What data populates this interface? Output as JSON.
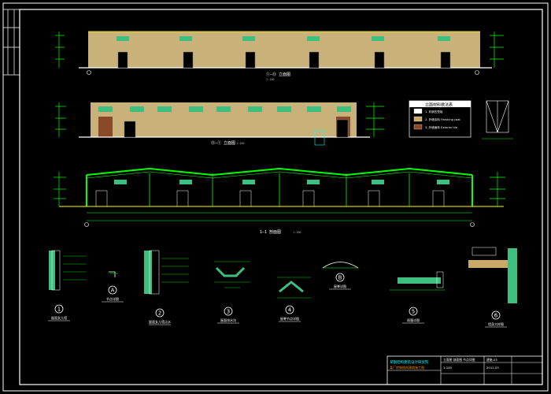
{
  "drawing": {
    "elevation_1_title": "①—⑬ 立面图",
    "elevation_1_scale": "1:100",
    "elevation_2_title": "⑬—① 立面图",
    "elevation_2_scale": "1:100",
    "section_title": "1—1 剖面图",
    "section_scale": "1:100"
  },
  "legend": {
    "title": "立面材料做法表",
    "rows": [
      "1. 彩钢压型板",
      "2. 外墙涂料 Finishing coat",
      "3. 外墙面砖 Exterior tile"
    ],
    "colors": [
      "#ffffff",
      "#c9a86a",
      "#8a4a2a"
    ]
  },
  "details": [
    {
      "num": "1",
      "title": "屋面女儿墙"
    },
    {
      "num": "A",
      "title": "节点详图"
    },
    {
      "num": "2",
      "title": "屋面女儿墙泛水"
    },
    {
      "num": "3",
      "title": "屋面排水沟"
    },
    {
      "num": "4",
      "title": "屋脊节点详图"
    },
    {
      "num": "B",
      "title": "屋脊详图"
    },
    {
      "num": "5",
      "title": "雨篷详图"
    },
    {
      "num": "6",
      "title": "墙身大样图"
    }
  ],
  "title_block": {
    "company": "某钢结构建筑设计研究院",
    "project": "某厂房钢结构建筑施工图",
    "drawing_name": "立面图 剖面图 节点详图",
    "drawing_no": "建施-03",
    "date": "2012.03",
    "scale": "1:100"
  },
  "colors": {
    "wall": "#c9b27a",
    "wall_brown": "#8a4a2a",
    "window": "#3fbf7f",
    "line_green": "#00ff00",
    "line_cyan": "#00ffff",
    "line_yellow": "#ffff00",
    "frame": "#ffffff"
  }
}
